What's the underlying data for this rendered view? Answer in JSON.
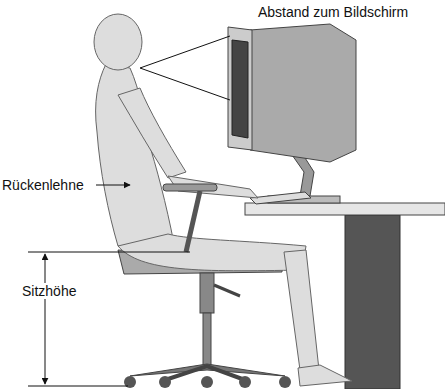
{
  "diagram": {
    "labels": [
      "Abstand zum Bildschirm",
      "Rückenlehne",
      "Sitzhöhe"
    ]
  }
}
